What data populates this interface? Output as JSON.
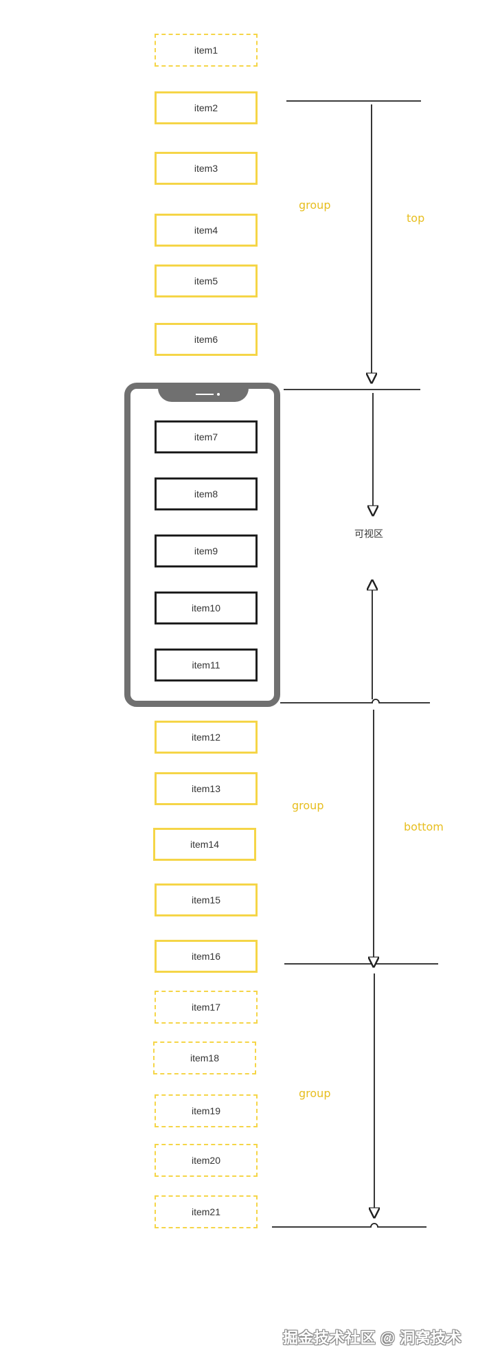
{
  "items": [
    {
      "label": "item1",
      "style": "dash-y"
    },
    {
      "label": "item2",
      "style": "solid-y"
    },
    {
      "label": "item3",
      "style": "solid-y"
    },
    {
      "label": "item4",
      "style": "solid-y"
    },
    {
      "label": "item5",
      "style": "solid-y"
    },
    {
      "label": "item6",
      "style": "solid-y"
    },
    {
      "label": "item7",
      "style": "solid-b"
    },
    {
      "label": "item8",
      "style": "solid-b"
    },
    {
      "label": "item9",
      "style": "solid-b"
    },
    {
      "label": "item10",
      "style": "solid-b"
    },
    {
      "label": "item11",
      "style": "solid-b"
    },
    {
      "label": "item12",
      "style": "solid-y"
    },
    {
      "label": "item13",
      "style": "solid-y"
    },
    {
      "label": "item14",
      "style": "solid-y"
    },
    {
      "label": "item15",
      "style": "solid-y"
    },
    {
      "label": "item16",
      "style": "solid-y"
    },
    {
      "label": "item17",
      "style": "dash-y"
    },
    {
      "label": "item18",
      "style": "dash-y"
    },
    {
      "label": "item19",
      "style": "dash-y"
    },
    {
      "label": "item20",
      "style": "dash-y"
    },
    {
      "label": "item21",
      "style": "dash-y"
    }
  ],
  "labels": {
    "group_top": "group",
    "top": "top",
    "viewport": "可视区",
    "group_bottom": "group",
    "bottom": "bottom",
    "group_lower": "group"
  },
  "watermark": "掘金技术社区 @ 洞窝技术",
  "colors": {
    "highlight": "#f5d547",
    "label": "#e7be1f",
    "frame": "#707070",
    "line": "#1f1f1f"
  }
}
